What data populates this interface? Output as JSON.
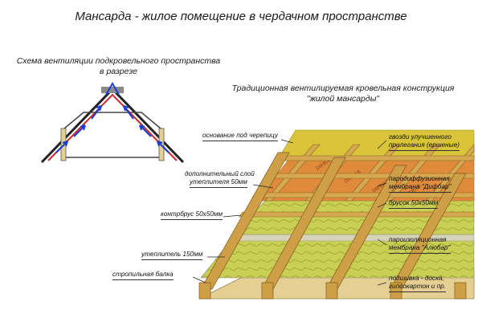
{
  "title": "Мансарда - жилое помещение  в  чердачном пространстве",
  "left_caption": {
    "line1": "Схема вентиляции подкровельного пространства",
    "line2": "в разрезе"
  },
  "right_caption": {
    "line1": "Традиционная вентилируемая кровельная конструкция",
    "line2": "\"жилой мансарды\""
  },
  "membrane_print": "DIFBAR",
  "labels_left": [
    {
      "id": "tile-base",
      "text": "основание под черепицу"
    },
    {
      "id": "extra-insulation-1",
      "text": "дополнительный слой"
    },
    {
      "id": "extra-insulation-2",
      "text": "утеплителя 50мм"
    },
    {
      "id": "counter-batten",
      "text": "контрбрус 50x50мм"
    },
    {
      "id": "insulation",
      "text": "утеплитель 150мм"
    },
    {
      "id": "rafter",
      "text": "стропильная балка"
    }
  ],
  "labels_right": [
    {
      "id": "nails-1",
      "text": "гвозди улучшенного"
    },
    {
      "id": "nails-2",
      "text": "прилегания (ершеные)"
    },
    {
      "id": "vapor-diff-1",
      "text": "пародиффузионная"
    },
    {
      "id": "vapor-diff-2",
      "text": "мембрана \"Дифбар\""
    },
    {
      "id": "batten",
      "text": "брусок 50x50мм"
    },
    {
      "id": "vapor-barrier-1",
      "text": "пароизоляционная"
    },
    {
      "id": "vapor-barrier-2",
      "text": "мембрана \"Алюбар\""
    },
    {
      "id": "lining-1",
      "text": "подшивка - доска,"
    },
    {
      "id": "lining-2",
      "text": "гипсокартон и пр."
    }
  ],
  "colors": {
    "tile_base": "#d9c43a",
    "membrane": "#e08a3c",
    "wood": "#d6a850",
    "insulation": "#c9cf52",
    "lining": "#e6cf93",
    "airflow": "#1b3fd0",
    "section_red": "#cc2a2a"
  }
}
